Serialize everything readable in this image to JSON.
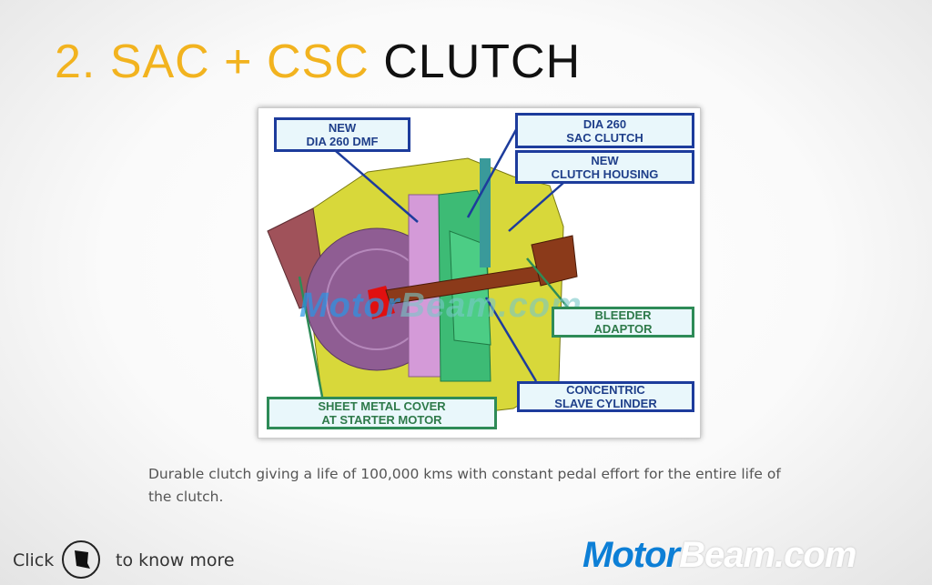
{
  "slide": {
    "title_number": "2. SAC + CSC",
    "title_word": "CLUTCH",
    "caption": "Durable clutch giving a life of 100,000 kms with constant pedal effort for the entire life of the clutch."
  },
  "figure": {
    "labels": {
      "dmf": [
        "NEW",
        "DIA 260 DMF"
      ],
      "sac": [
        "DIA 260",
        "SAC CLUTCH"
      ],
      "housing": [
        "NEW",
        "CLUTCH HOUSING"
      ],
      "bleeder": [
        "BLEEDER",
        "ADAPTOR"
      ],
      "csc": [
        "CONCENTRIC",
        "SLAVE CYLINDER"
      ],
      "cover": [
        "SHEET METAL COVER",
        "AT STARTER MOTOR"
      ]
    },
    "watermark": {
      "part1": "Motor",
      "part2": "Beam.com"
    }
  },
  "footer": {
    "click": "Click",
    "know_more": "to know more",
    "logo_part1": "Motor",
    "logo_part2": "Beam.com"
  },
  "colors": {
    "title_accent": "#f2b31f",
    "label_blue": "#1d3c9c",
    "label_green": "#2e8b57",
    "logo_blue": "#0d7fd6"
  }
}
